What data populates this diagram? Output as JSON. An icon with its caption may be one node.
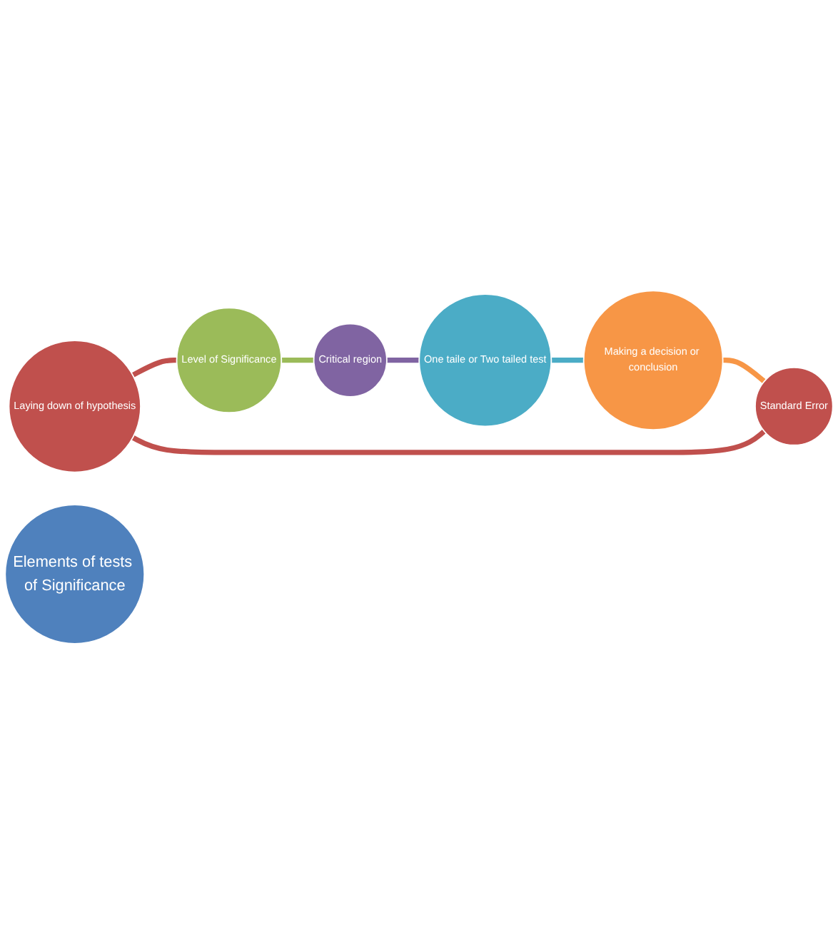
{
  "diagram": {
    "nodes": [
      {
        "text": [
          "Laying down of hypothesis"
        ]
      },
      {
        "text": [
          "Standard Error"
        ]
      },
      {
        "text": [
          "Level of Significance"
        ]
      },
      {
        "text": [
          "Elements of tests of Significance"
        ]
      },
      {
        "text": [
          "Critical region"
        ]
      },
      {
        "text": [
          "Making a decision or conclusion"
        ]
      },
      {
        "text": [
          "One taile or Two tailed test"
        ]
      }
    ],
    "edges": [
      {
        "from": 0,
        "to": 2,
        "arrow": "none",
        "color": "#c0504d"
      },
      {
        "from": 2,
        "to": 4,
        "arrow": "none",
        "color": "#9bbb59"
      },
      {
        "from": 4,
        "to": 6,
        "arrow": "none",
        "color": "#8064a2"
      },
      {
        "from": 6,
        "to": 5,
        "arrow": "none",
        "color": "#4bacc6"
      },
      {
        "from": 5,
        "to": 1,
        "arrow": "none",
        "color": "#f79646"
      },
      {
        "from": 1,
        "to": 0,
        "arrow": "none",
        "color": "#c0504d"
      }
    ]
  }
}
